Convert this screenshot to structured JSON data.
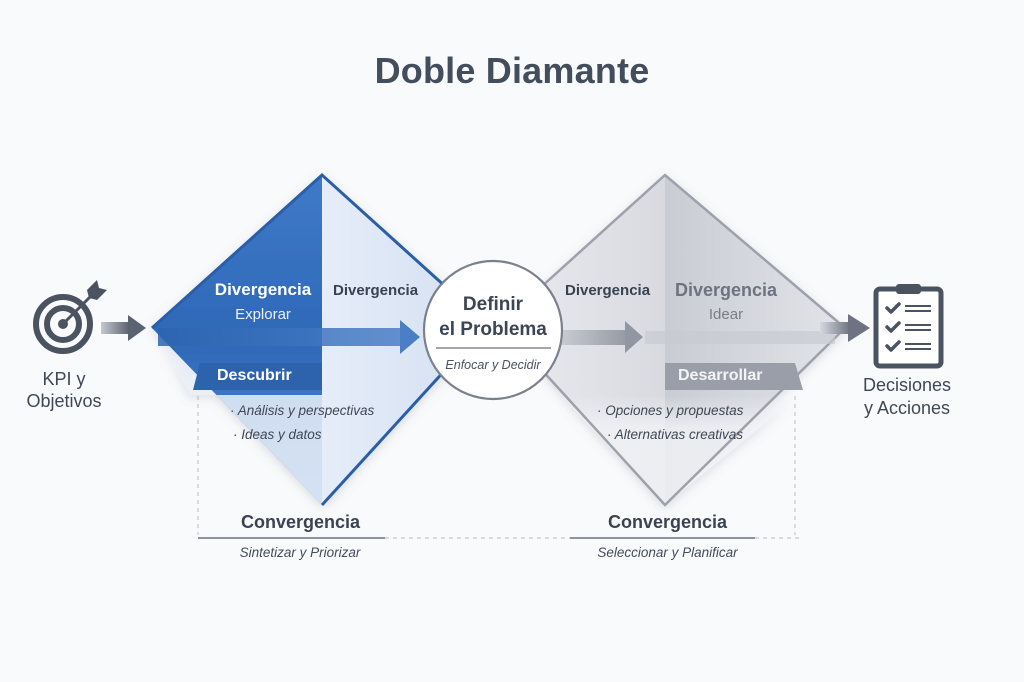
{
  "title": "Doble Diamante",
  "input": {
    "label": "KPI y\nObjetivos",
    "icon": "target-icon"
  },
  "output": {
    "label": "Decisiones\ny Acciones",
    "icon": "clipboard-checklist-icon"
  },
  "diamond1": {
    "divergence_primary": "Divergencia",
    "divergence_primary_sub": "Explorar",
    "divergence_secondary": "Divergencia",
    "phase_tag": "Descubrir",
    "bullets": [
      "· Análisis y perspectivas",
      "· Ideas y datos"
    ],
    "convergence": "Convergencia",
    "convergence_sub": "Sintetizar y Priorizar",
    "color": "#2f67b3"
  },
  "center": {
    "title": "Definir\nel Problema",
    "subtitle": "Enfocar y Decidir"
  },
  "diamond2": {
    "divergence_primary": "Divergencia",
    "divergence_secondary": "Divergencia",
    "divergence_secondary_sub": "Idear",
    "phase_tag": "Desarrollar",
    "bullets": [
      "· Opciones y propuestas",
      "· Alternativas creativas"
    ],
    "convergence": "Convergencia",
    "convergence_sub": "Seleccionar y Planificar",
    "color": "#8d929c"
  }
}
